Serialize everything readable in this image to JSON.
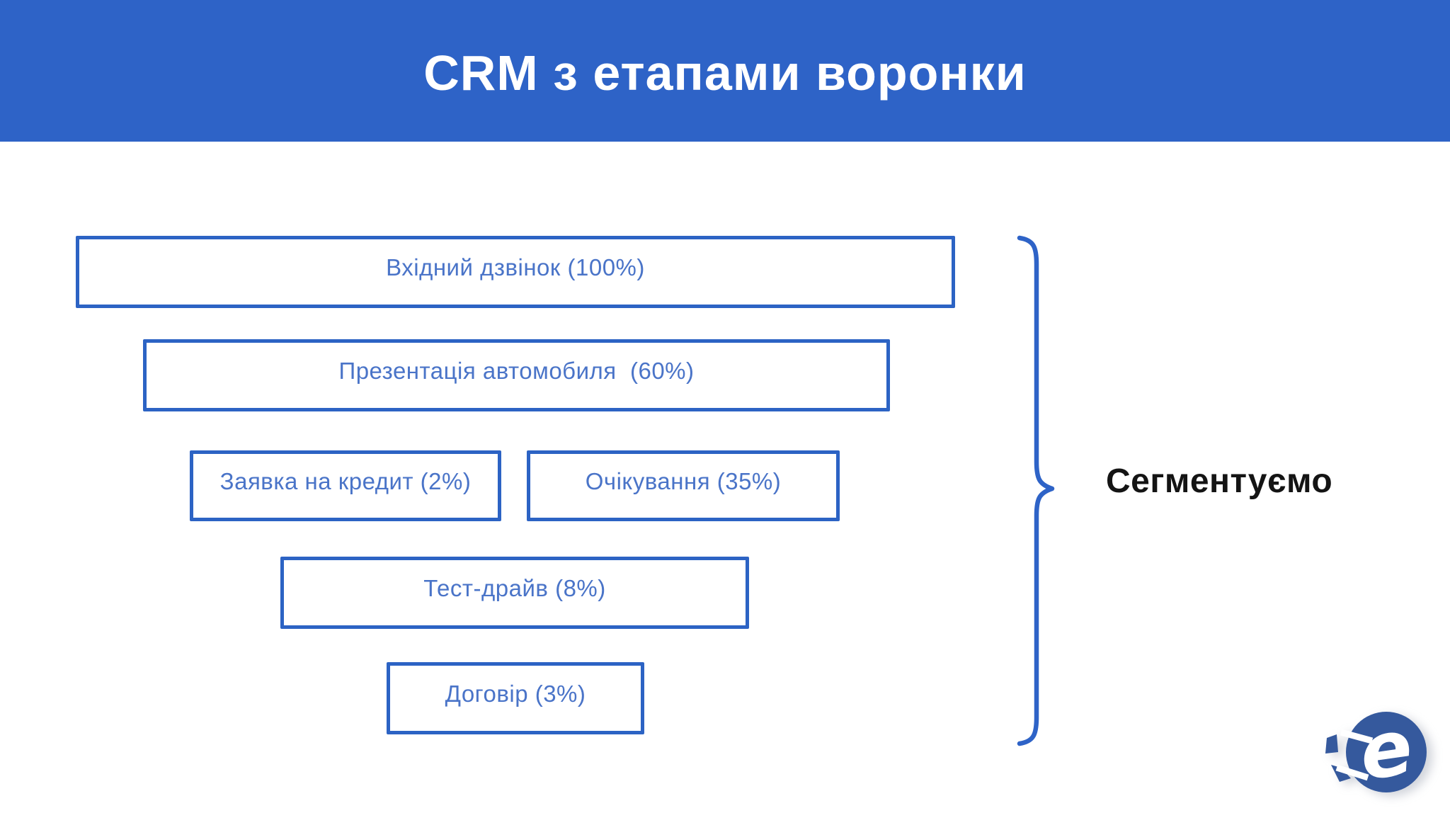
{
  "header": {
    "title": "CRM з етапами воронки"
  },
  "funnel": {
    "stages": [
      {
        "label": "Вхідний дзвінок (100%)"
      },
      {
        "label": "Презентація автомобиля  (60%)"
      },
      {
        "label": "Заявка на кредит (2%)"
      },
      {
        "label": "Очікування (35%)"
      },
      {
        "label": "Тест-драйв (8%)"
      },
      {
        "label": "Договір (3%)"
      }
    ]
  },
  "annotation": {
    "label": "Сегментуємо"
  },
  "logo": {
    "letter": "e"
  },
  "colors": {
    "header_blue": "#2e63c7",
    "box_border_blue": "#2c63c4",
    "box_text_blue": "#4a74c8",
    "brace_blue": "#2e63c7",
    "annotation_dark": "#141414",
    "logo_blue": "#35599d"
  }
}
